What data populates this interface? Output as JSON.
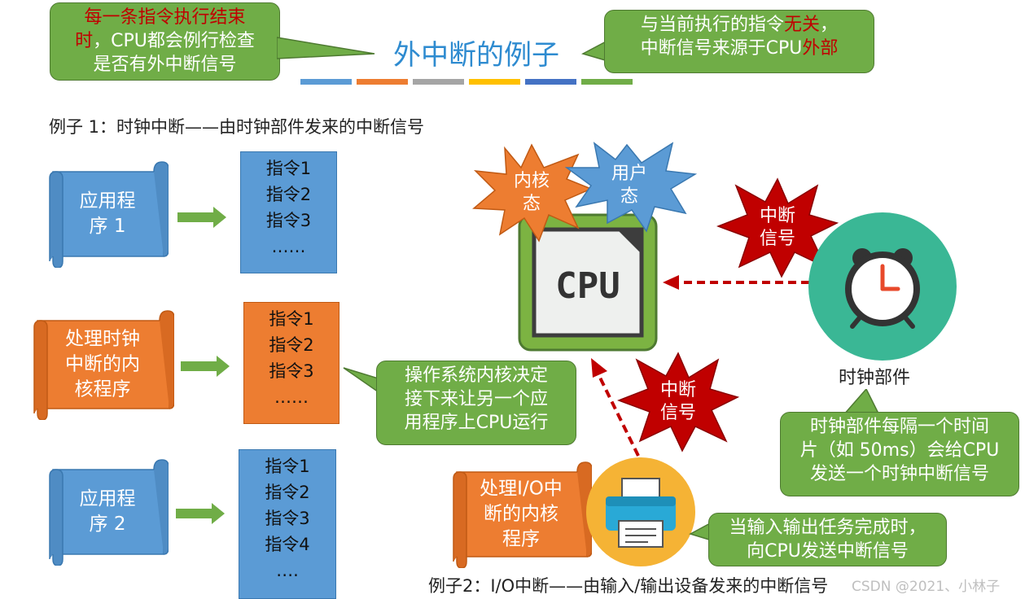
{
  "title": "外中断的例子",
  "title_bar_colors": [
    "#5b9bd5",
    "#ed7d31",
    "#a5a5a5",
    "#ffc000",
    "#4472c4",
    "#70ad47"
  ],
  "callout_left": {
    "line1_red": "每一条指令执行结束",
    "line2_red": "时",
    "line2_rest": "，CPU都会例行检查",
    "line3": "是否有外中断信号"
  },
  "callout_right": {
    "line1_a": "与当前执行的指令",
    "line1_red": "无关",
    "line1_b": "，",
    "line2_a": "中断信号来源于CPU",
    "line2_red": "外部"
  },
  "example1": "例子 1：时钟中断——由时钟部件发来的中断信号",
  "example2": "例子2：I/O中断——由输入/输出设备发来的中断信号",
  "programs": {
    "app1": {
      "line1": "应用程",
      "line2": "序 1"
    },
    "clock_handler": {
      "line1": "处理时钟",
      "line2": "中断的内",
      "line3": "核程序"
    },
    "app2": {
      "line1": "应用程",
      "line2": "序 2"
    },
    "io_handler": {
      "line1": "处理I/O中",
      "line2": "断的内核",
      "line3": "程序"
    }
  },
  "instr_app1": [
    "指令1",
    "指令2",
    "指令3",
    "……"
  ],
  "instr_clock": [
    "指令1",
    "指令2",
    "指令3",
    "……"
  ],
  "instr_app2": [
    "指令1",
    "指令2",
    "指令3",
    "指令4",
    "…."
  ],
  "callout_os": {
    "line1": "操作系统内核决定",
    "line2": "接下来让另一个应",
    "line3": "用程序上CPU运行"
  },
  "burst_kernel": {
    "line1": "内核",
    "line2": "态"
  },
  "burst_user": {
    "line1": "用户",
    "line2": "态"
  },
  "burst_signal_top": {
    "line1": "中断",
    "line2": "信号"
  },
  "burst_signal_bottom": {
    "line1": "中断",
    "line2": "信号"
  },
  "cpu_text": "CPU",
  "clock_label": "时钟部件",
  "callout_clock": {
    "line1": "时钟部件每隔一个时间",
    "line2": "片（如 50ms）会给CPU",
    "line3": "发送一个时钟中断信号"
  },
  "callout_io": {
    "line1": "当输入输出任务完成时，",
    "line2": "向CPU发送中断信号"
  },
  "watermark": "CSDN @2021、小林子",
  "icons": [
    "cpu-chip-icon",
    "alarm-clock-icon",
    "printer-icon"
  ],
  "colors": {
    "blue": "#5b9bd5",
    "orange": "#ed7d31",
    "green": "#70ad47",
    "red_burst": "#c00000",
    "teal": "#3ab795",
    "yellow": "#f5b335"
  }
}
